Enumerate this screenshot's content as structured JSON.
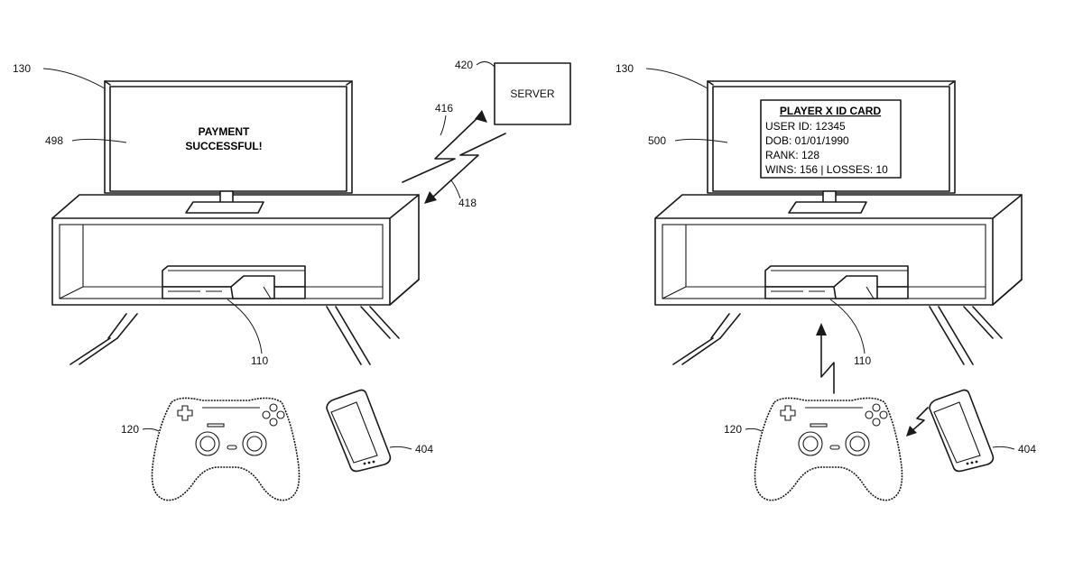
{
  "labels": {
    "tv_left": "130",
    "screen_left": "498",
    "server_ref": "420",
    "server": "SERVER",
    "uplink": "416",
    "downlink": "418",
    "console_left": "110",
    "controller_left": "120",
    "phone_left": "404",
    "tv_right": "130",
    "screen_right": "500",
    "console_right": "110",
    "controller_right": "120",
    "phone_right": "404"
  },
  "screen_left": {
    "line1": "PAYMENT",
    "line2": "SUCCESSFUL!"
  },
  "id_card": {
    "title": "PLAYER X ID CARD",
    "user_id": "USER ID: 12345",
    "dob": "DOB: 01/01/1990",
    "rank": "RANK: 128",
    "wins_losses": "WINS: 156 | LOSSES: 10"
  }
}
